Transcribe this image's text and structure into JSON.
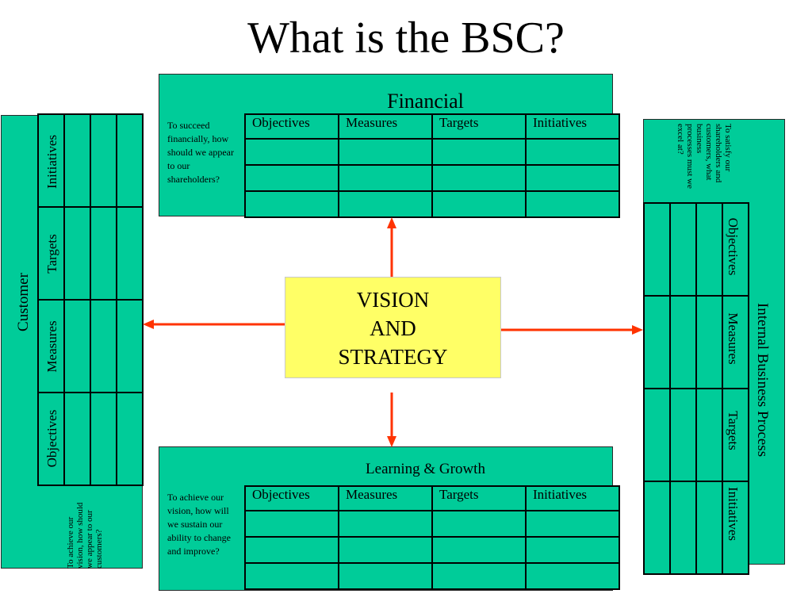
{
  "title": "What is the BSC?",
  "center": {
    "lines": [
      "VISION",
      "AND",
      "STRATEGY"
    ]
  },
  "table_headers": [
    "Objectives",
    "Measures",
    "Targets",
    "Initiatives"
  ],
  "financial": {
    "title": "Financial",
    "question": "To succeed financially, how should we appear to our shareholders?"
  },
  "learning": {
    "title": "Learning & Growth",
    "question": "To achieve our vision, how will we sustain our ability to change and improve?"
  },
  "customer": {
    "title": "Customer",
    "question": "To achieve our vision, how should we appear to our customers?"
  },
  "internal": {
    "title": "Internal Business Process",
    "question": "To satisfy our shareholders and customers, what business processes must we excel at?"
  },
  "colors": {
    "panel": "#00cc99",
    "center": "#ffff66",
    "arrow": "#ff3300"
  }
}
